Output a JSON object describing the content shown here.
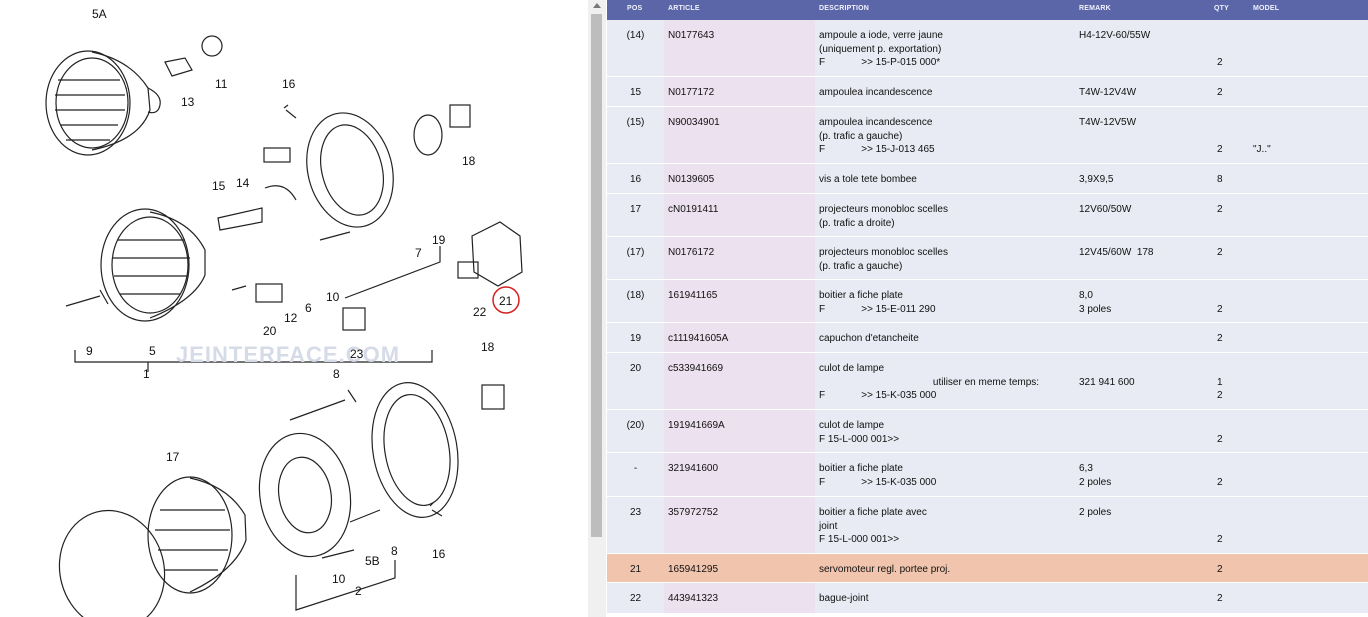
{
  "diagram": {
    "labels": [
      "5A",
      "11",
      "13",
      "16",
      "18",
      "14",
      "15",
      "7",
      "19",
      "21",
      "22",
      "12",
      "6",
      "10",
      "20",
      "9",
      "5",
      "1",
      "23",
      "18",
      "8",
      "17",
      "16",
      "5B",
      "10",
      "2",
      "8"
    ],
    "watermark": "JEINTERFACE.COM"
  },
  "table": {
    "headers": {
      "pos": "POS",
      "article": "ARTICLE",
      "description": "DESCRIPTION",
      "remark": "REMARK",
      "qty": "QTY",
      "model": "MODEL"
    },
    "rows": [
      {
        "pos": "(14)",
        "article": "N0177643",
        "description": [
          "ampoule a iode, verre jaune",
          "(uniquement p. exportation)",
          "F             >> 15-P-015 000*"
        ],
        "remark": [
          "H4-12V-60/55W",
          "",
          ""
        ],
        "qty": [
          "",
          "",
          "2"
        ],
        "model": [
          "",
          "",
          ""
        ]
      },
      {
        "pos": "15",
        "article": "N0177172",
        "description": [
          "ampoulea incandescence"
        ],
        "remark": [
          "T4W-12V4W"
        ],
        "qty": [
          "2"
        ],
        "model": [
          ""
        ]
      },
      {
        "pos": "(15)",
        "article": "N90034901",
        "description": [
          "ampoulea incandescence",
          "(p. trafic a gauche)",
          "F             >> 15-J-013 465"
        ],
        "remark": [
          "T4W-12V5W",
          "",
          ""
        ],
        "qty": [
          "",
          "",
          "2"
        ],
        "model": [
          "",
          "",
          "\"J..\""
        ]
      },
      {
        "pos": "16",
        "article": "N0139605",
        "description": [
          "vis a tole tete bombee"
        ],
        "remark": [
          "3,9X9,5"
        ],
        "qty": [
          "8"
        ],
        "model": [
          ""
        ]
      },
      {
        "pos": "17",
        "article": "cN0191411",
        "description": [
          "projecteurs monobloc scelles",
          "(p. trafic a droite)"
        ],
        "remark": [
          "12V60/50W",
          ""
        ],
        "qty": [
          "2",
          ""
        ],
        "model": [
          "",
          ""
        ]
      },
      {
        "pos": "(17)",
        "article": "N0176172",
        "description": [
          "projecteurs monobloc scelles",
          "(p. trafic a gauche)"
        ],
        "remark": [
          "12V45/60W  178",
          ""
        ],
        "qty": [
          "2",
          ""
        ],
        "model": [
          "",
          ""
        ]
      },
      {
        "pos": "(18)",
        "article": "161941165",
        "description": [
          "boitier a fiche plate",
          "F             >> 15-E-011 290"
        ],
        "remark": [
          "8,0",
          "3 poles"
        ],
        "qty": [
          "",
          "2"
        ],
        "model": [
          "",
          ""
        ]
      },
      {
        "pos": "19",
        "article": "c111941605A",
        "description": [
          "capuchon d'etancheite"
        ],
        "remark": [
          ""
        ],
        "qty": [
          "2"
        ],
        "model": [
          ""
        ]
      },
      {
        "pos": "20",
        "article": "c533941669",
        "description": [
          "culot de lampe",
          "                                         utiliser en meme temps:",
          "F             >> 15-K-035 000"
        ],
        "remark": [
          "",
          "321 941 600",
          ""
        ],
        "qty": [
          "",
          "1",
          "2"
        ],
        "model": [
          "",
          "",
          ""
        ]
      },
      {
        "pos": "(20)",
        "article": "191941669A",
        "description": [
          "culot de lampe",
          "F 15-L-000 001>>"
        ],
        "remark": [
          "",
          ""
        ],
        "qty": [
          "",
          "2"
        ],
        "model": [
          "",
          ""
        ]
      },
      {
        "pos": "-",
        "article": "321941600",
        "description": [
          "boitier a fiche plate",
          "F             >> 15-K-035 000"
        ],
        "remark": [
          "6,3",
          "2 poles"
        ],
        "qty": [
          "",
          "2"
        ],
        "model": [
          "",
          ""
        ]
      },
      {
        "pos": "23",
        "article": "357972752",
        "description": [
          "boitier a fiche plate avec",
          "joint",
          "F 15-L-000 001>>"
        ],
        "remark": [
          "2 poles",
          "",
          ""
        ],
        "qty": [
          "",
          "",
          "2"
        ],
        "model": [
          "",
          "",
          ""
        ]
      },
      {
        "pos": "21",
        "article": "165941295",
        "description": [
          "servomoteur regl. portee proj."
        ],
        "remark": [
          ""
        ],
        "qty": [
          "2"
        ],
        "model": [
          ""
        ],
        "highlight": true
      },
      {
        "pos": "22",
        "article": "443941323",
        "description": [
          "bague-joint"
        ],
        "remark": [
          ""
        ],
        "qty": [
          "2"
        ],
        "model": [
          ""
        ]
      }
    ]
  },
  "colors": {
    "header": "#5b66a8",
    "row": "#e8ebf3",
    "article_col": "#ece1ee",
    "highlight": "#f0c4ad",
    "callout": "#d42020"
  }
}
